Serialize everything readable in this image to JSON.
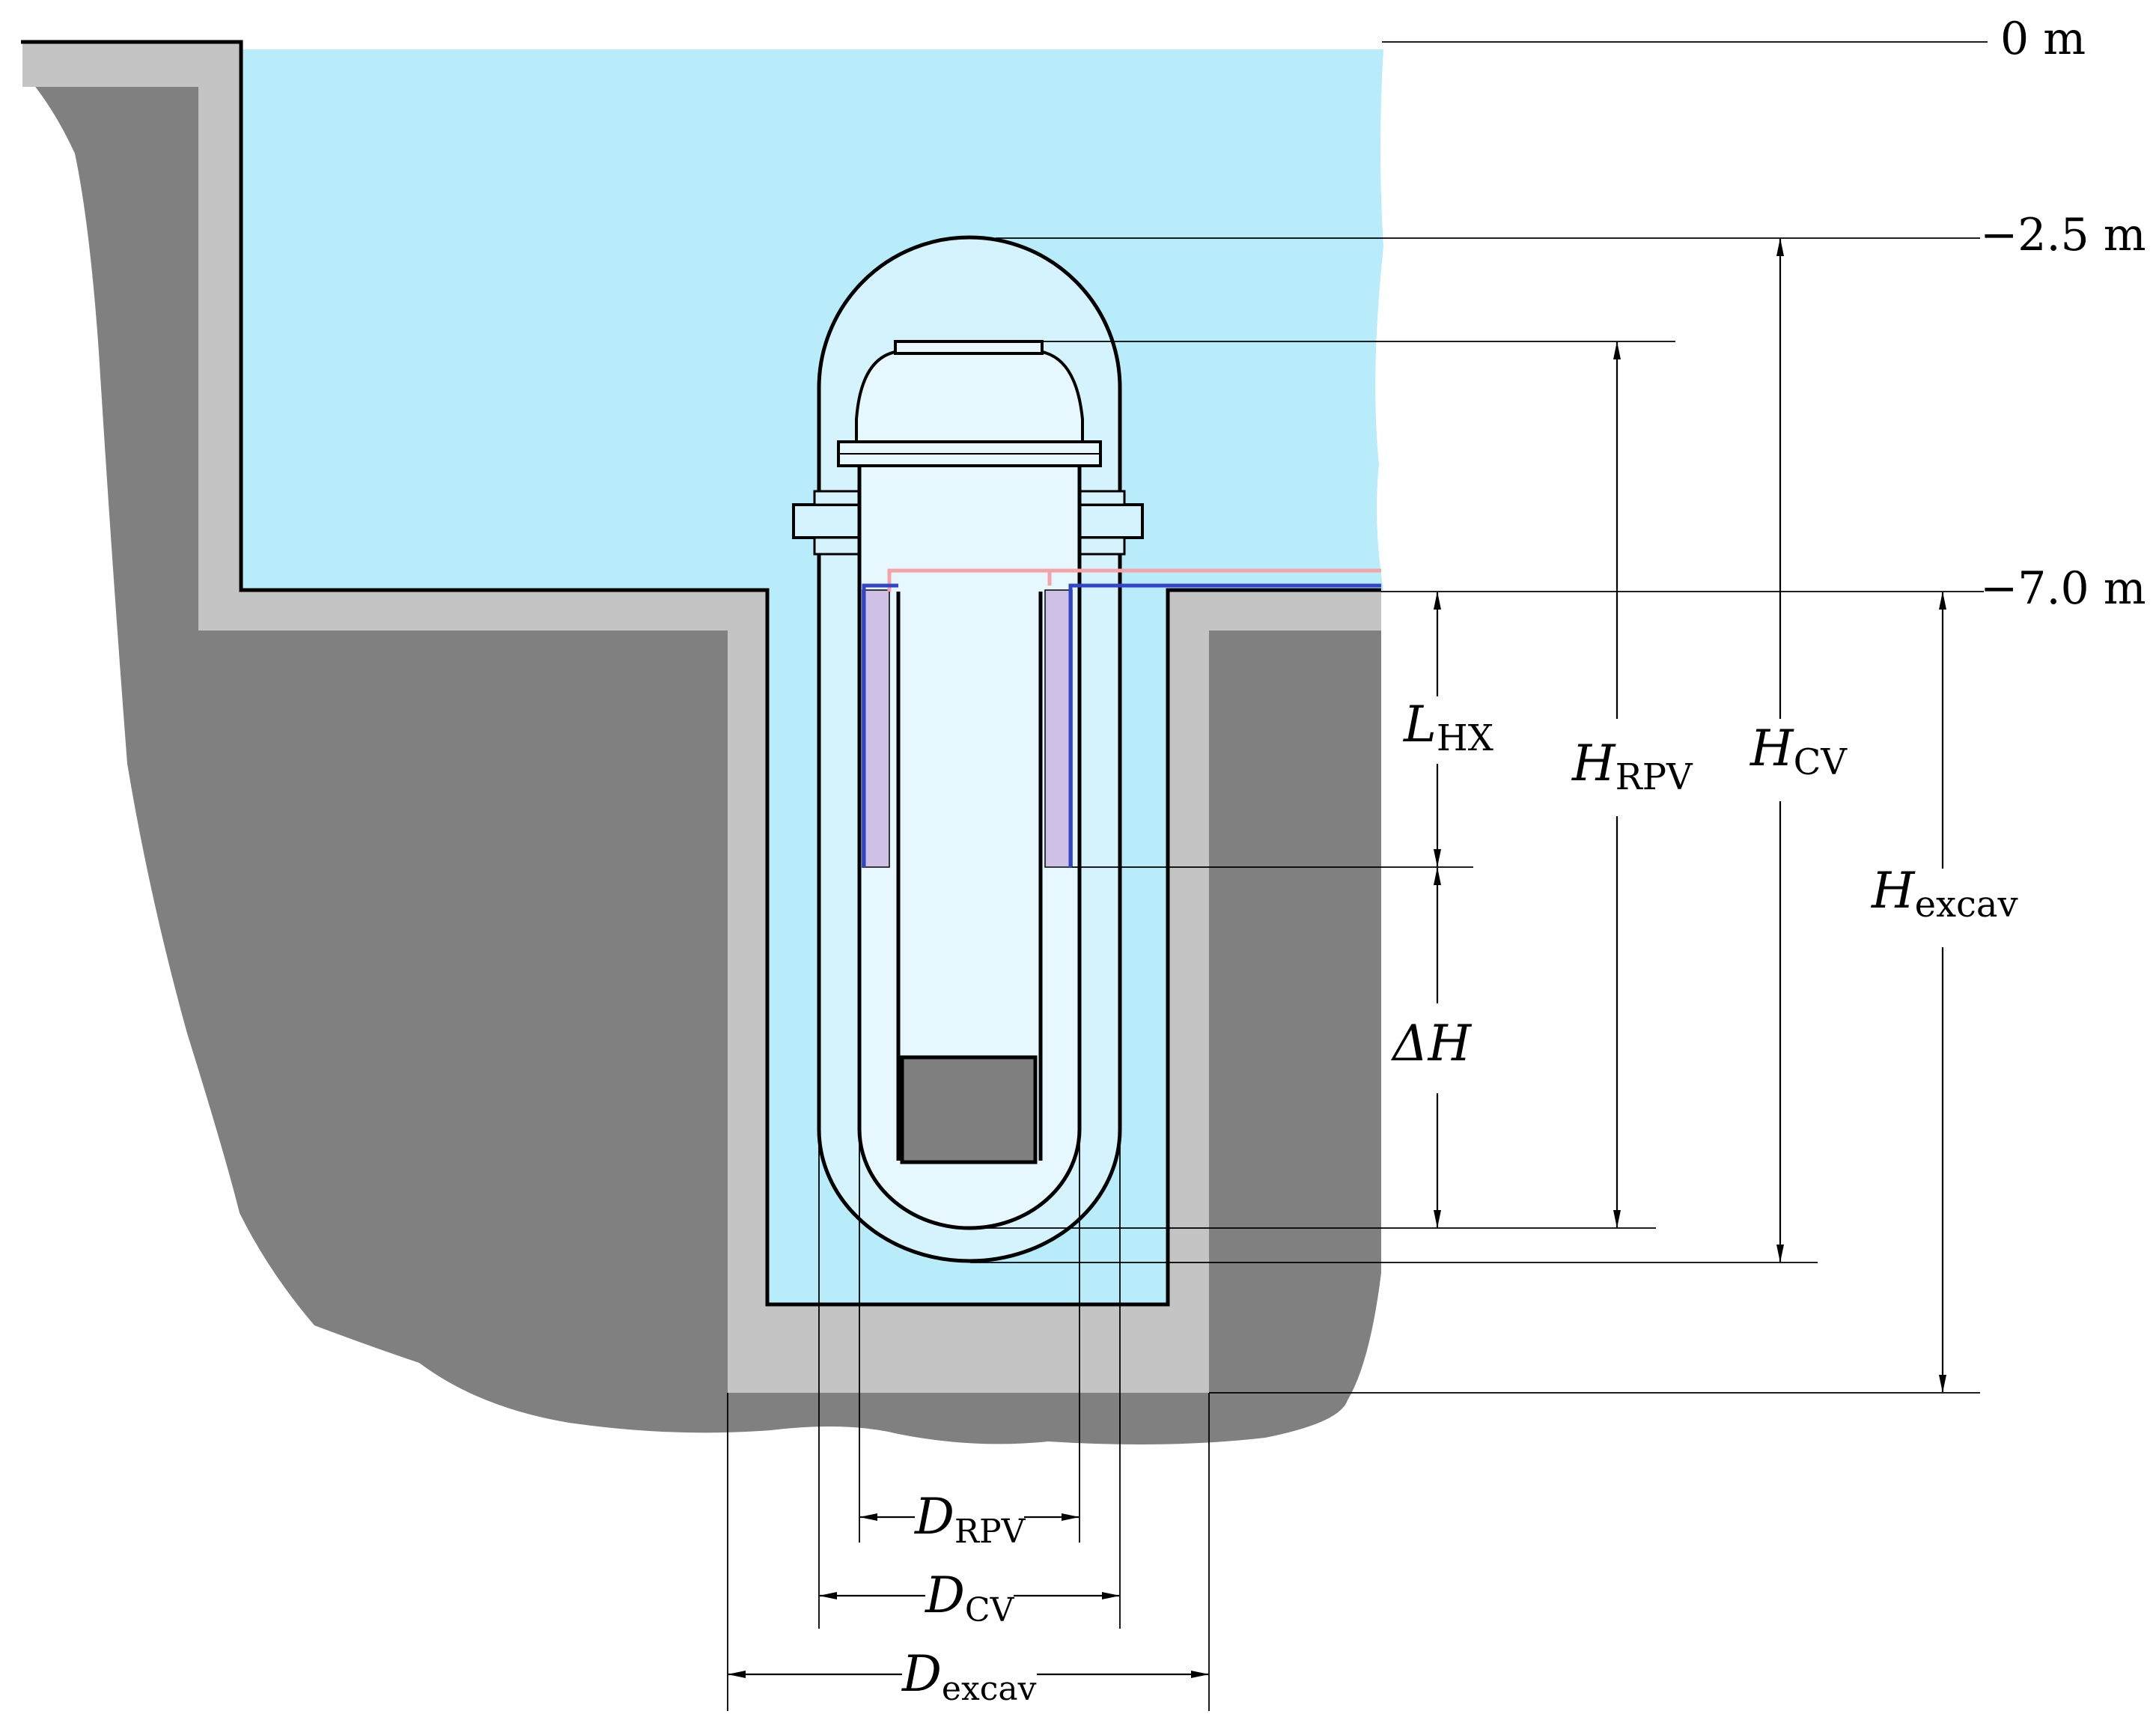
{
  "elevations": {
    "top": "0 m",
    "cv_top": "−2.5 m",
    "pool_floor": "−7.0 m"
  },
  "dimensions": {
    "l_hx": {
      "main": "L",
      "sub": "HX"
    },
    "delta_h": {
      "main": "ΔH"
    },
    "h_rpv": {
      "main": "H",
      "sub": "RPV"
    },
    "h_cv": {
      "main": "H",
      "sub": "CV"
    },
    "h_excav": {
      "main": "H",
      "sub": "excav"
    },
    "d_rpv": {
      "main": "D",
      "sub": "RPV"
    },
    "d_cv": {
      "main": "D",
      "sub": "CV"
    },
    "d_excav": {
      "main": "D",
      "sub": "excav"
    }
  },
  "colors": {
    "pool_water": "#b8ecfb",
    "containment_fill": "#d4f3fc",
    "rpv_fill": "#e6f8fd",
    "concrete_liner": "#c4c4c4",
    "ground": "#808080",
    "heat_exchanger": "#cfc0e6",
    "cold_line": "#3344cc",
    "hot_line": "#f4a4a8",
    "core": "#7f7f7f"
  }
}
